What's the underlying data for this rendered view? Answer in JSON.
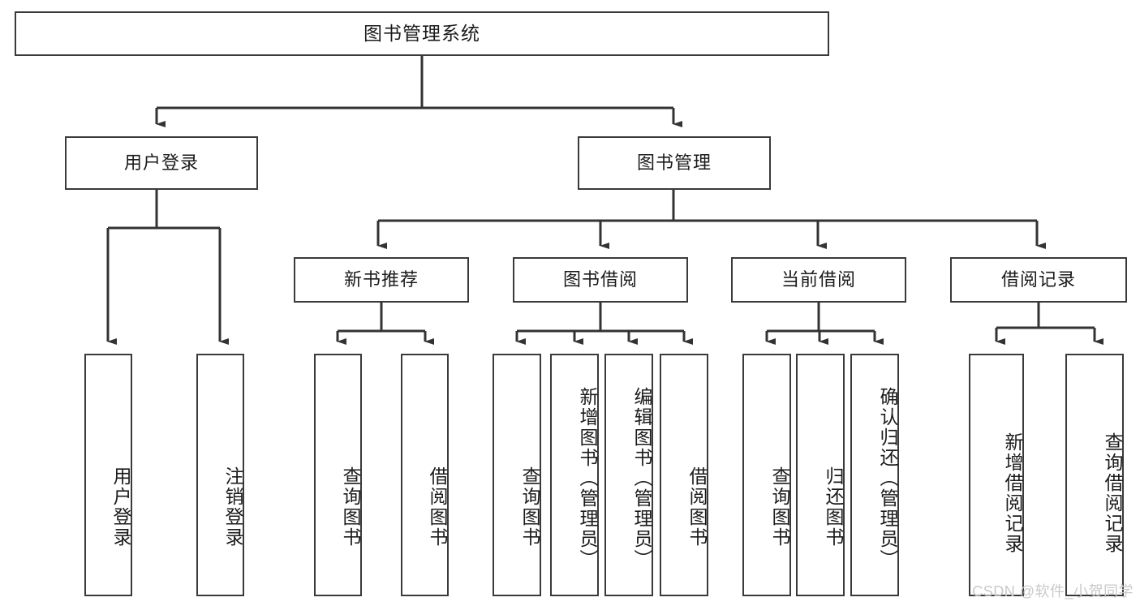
{
  "diagram": {
    "type": "tree",
    "title": "图书管理系统",
    "root": {
      "id": "root",
      "label": "图书管理系统"
    },
    "level2": [
      {
        "id": "user-login",
        "label": "用户登录"
      },
      {
        "id": "book-management",
        "label": "图书管理"
      }
    ],
    "level3": [
      {
        "id": "new-book-recommend",
        "label": "新书推荐",
        "parent": "book-management"
      },
      {
        "id": "book-borrow",
        "label": "图书借阅",
        "parent": "book-management"
      },
      {
        "id": "current-borrow",
        "label": "当前借阅",
        "parent": "book-management"
      },
      {
        "id": "borrow-record",
        "label": "借阅记录",
        "parent": "book-management"
      }
    ],
    "leaves": [
      {
        "id": "leaf-user-login",
        "label": "用户登录",
        "parent": "user-login"
      },
      {
        "id": "leaf-logout-login",
        "label": "注销登录",
        "parent": "user-login"
      },
      {
        "id": "leaf-query-book-1",
        "label": "查询图书",
        "parent": "new-book-recommend"
      },
      {
        "id": "leaf-borrow-book-1",
        "label": "借阅图书",
        "parent": "new-book-recommend"
      },
      {
        "id": "leaf-query-book-2",
        "label": "查询图书",
        "parent": "book-borrow"
      },
      {
        "id": "leaf-add-book",
        "label": "新增图书（管理员）",
        "parent": "book-borrow"
      },
      {
        "id": "leaf-edit-book",
        "label": "编辑图书（管理员）",
        "parent": "book-borrow"
      },
      {
        "id": "leaf-borrow-book-2",
        "label": "借阅图书",
        "parent": "book-borrow"
      },
      {
        "id": "leaf-query-book-3",
        "label": "查询图书",
        "parent": "current-borrow"
      },
      {
        "id": "leaf-return-book",
        "label": "归还图书",
        "parent": "current-borrow"
      },
      {
        "id": "leaf-confirm-return",
        "label": "确认归还（管理员）",
        "parent": "current-borrow"
      },
      {
        "id": "leaf-add-record",
        "label": "新增借阅记录",
        "parent": "borrow-record"
      },
      {
        "id": "leaf-query-record",
        "label": "查询借阅记录",
        "parent": "borrow-record"
      }
    ],
    "colors": {
      "border": "#3a3a3a",
      "line": "#333333",
      "text": "#1b1b1b",
      "background": "#ffffff",
      "watermark": "#c9c9c9"
    }
  },
  "watermark": {
    "text": "CSDN @软件_小贺同学"
  }
}
